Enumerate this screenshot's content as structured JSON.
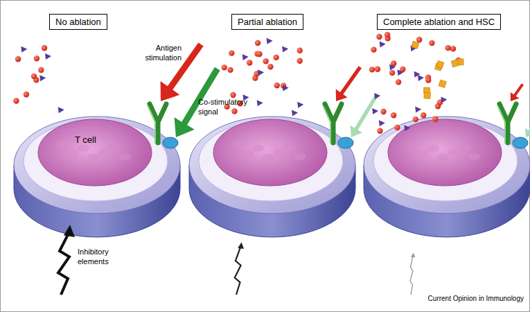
{
  "diagram": {
    "nodes": [
      {
        "text": [
          "No ablation"
        ]
      },
      {
        "text": [
          "Partial ablation"
        ]
      },
      {
        "text": [
          "Complete ablation and HSC"
        ]
      }
    ],
    "labels": [
      "Antigen stimulation",
      "Co-stimulatory signal",
      "T cell",
      "Inhibitory elements",
      "Current Opinion in Immunology"
    ]
  }
}
